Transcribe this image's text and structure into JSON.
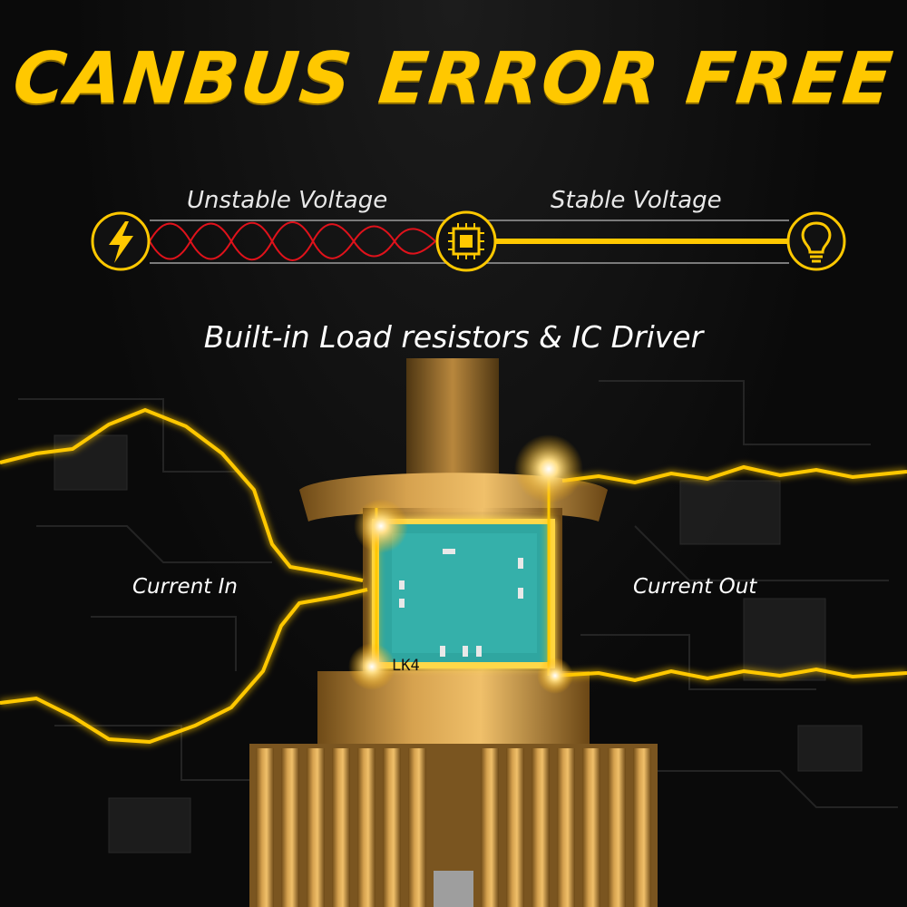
{
  "headline": "CANBUS ERROR FREE",
  "diagram": {
    "unstable_label": "Unstable Voltage",
    "stable_label": "Stable Voltage",
    "icons": [
      "lightning-icon",
      "chip-icon",
      "bulb-icon"
    ]
  },
  "subtitle": "Built-in Load resistors & IC Driver",
  "current_in": "Current In",
  "current_out": "Current Out",
  "chip_marking": "LK4",
  "colors": {
    "accent": "#ffc800",
    "wave": "#e0121b",
    "background": "#0b0b0b",
    "chip": "#2fa6a0",
    "housing": "#c9953f"
  }
}
